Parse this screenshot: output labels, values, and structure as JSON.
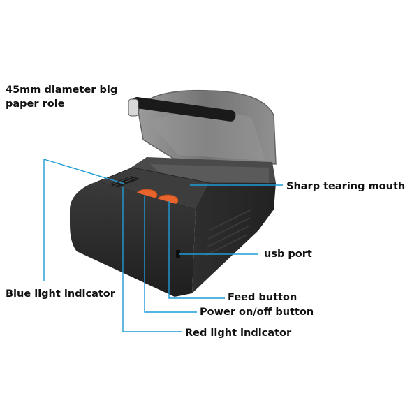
{
  "labels": {
    "paper_roll": "45mm diameter big paper role",
    "blue_light": "Blue light indicator",
    "sharp_tearing": "Sharp tearing mouth",
    "usb_port": "usb port",
    "feed_button": "Feed button",
    "power_button": "Power on/off button",
    "red_light": "Red light indicator"
  },
  "colors": {
    "leader_line": "#1f9bd6",
    "printer_body": "#2b2b2b",
    "printer_top": "#3a3a3a",
    "lid": "#6e6e6e",
    "button_orange": "#e8642c",
    "label_text": "#111111"
  }
}
